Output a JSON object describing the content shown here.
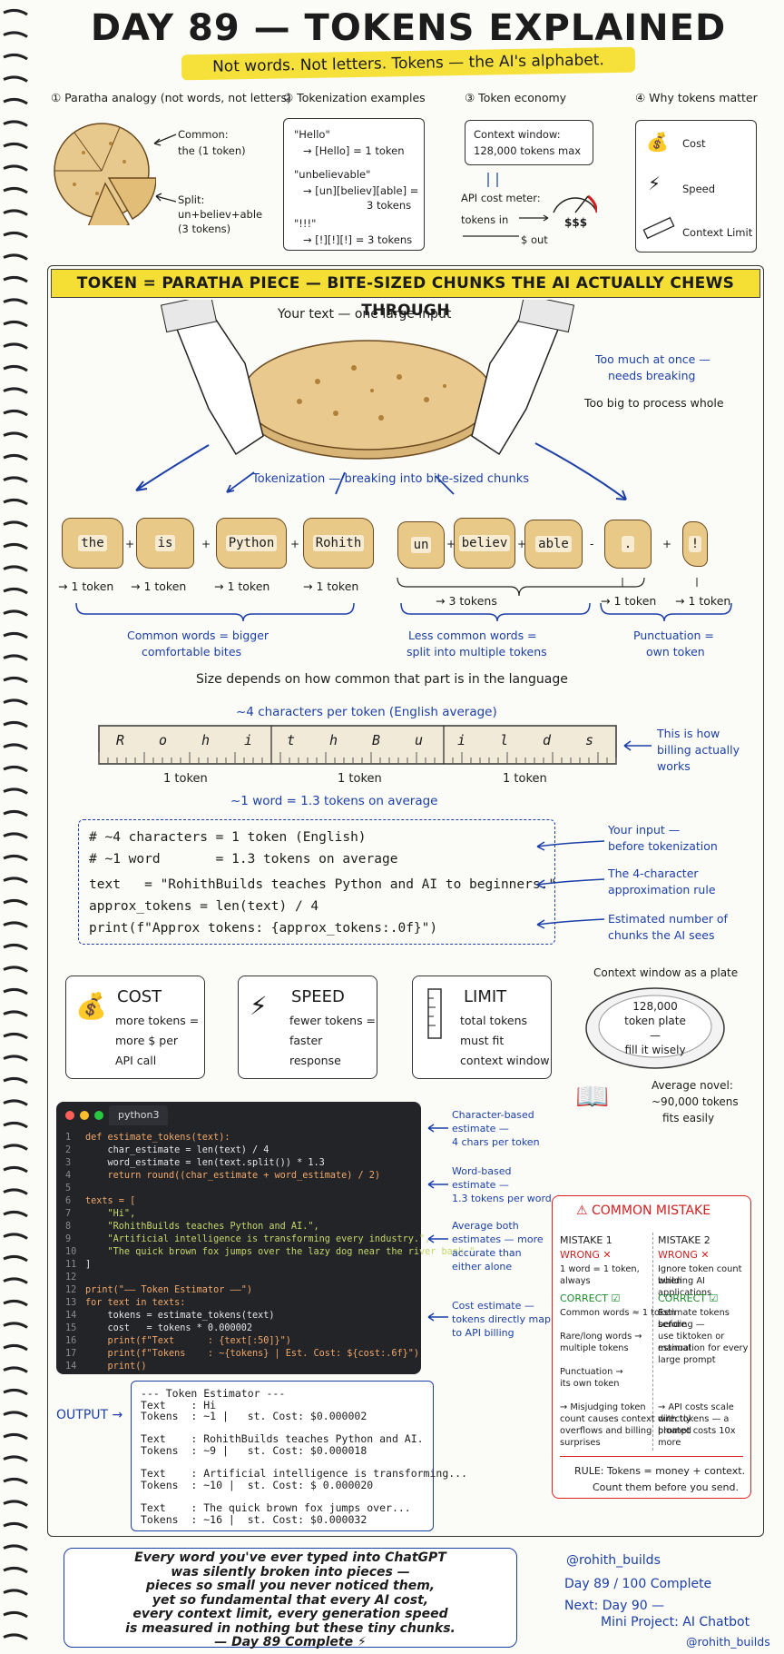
{
  "header": {
    "title": "DAY 89 — TOKENS EXPLAINED",
    "subtitle": "Not words. Not letters. Tokens — the AI's alphabet."
  },
  "top": {
    "sec1": {
      "title": "① Paratha analogy (not words, not letters)",
      "common": "Common:",
      "common_val": "the (1 token)",
      "split": "Split:",
      "split_val": "un+believ+able",
      "split_count": "(3 tokens)"
    },
    "sec2": {
      "title": "② Tokenization examples",
      "l1": "\"Hello\"",
      "l2": "→ [Hello] = 1 token",
      "l3": "\"unbelievable\"",
      "l4": "→ [un][believ][able] =",
      "l5": "3 tokens",
      "l6": "\"!!!\"",
      "l7": "→ [!][!][!] = 3 tokens"
    },
    "sec3": {
      "title": "③ Token economy",
      "cw": "Context window:",
      "cw_val": "128,000 tokens max",
      "meter": "API cost meter:",
      "tin": "tokens in",
      "tout": "$ out",
      "dollars": "$$$"
    },
    "sec4": {
      "title": "④ Why tokens matter",
      "cost": "Cost",
      "speed": "Speed",
      "limit": "Context Limit"
    }
  },
  "banner": "TOKEN = PARATHA PIECE — BITE-SIZED CHUNKS THE AI ACTUALLY CHEWS THROUGH",
  "paratha": {
    "your_text": "Your text — one large input",
    "too_much": "Too much at once —",
    "needs": "needs breaking",
    "too_big": "Too big to process whole",
    "tokenization": "Tokenization — breaking into bite-sized chunks"
  },
  "pieces": [
    "the",
    "is",
    "Python",
    "Rohith",
    "un",
    "believ",
    "able",
    ".",
    "!"
  ],
  "piece_tokens": {
    "one": "→ 1 token",
    "three": "→ 3 tokens"
  },
  "groups": {
    "g1a": "Common words = bigger",
    "g1b": "comfortable bites",
    "g2a": "Less common words =",
    "g2b": "split into multiple tokens",
    "g3a": "Punctuation =",
    "g3b": "own token"
  },
  "size_note": "Size depends on how common that part is in the language",
  "ruler": {
    "top": "~4 characters per token (English average)",
    "letters": [
      "R",
      "o",
      "h",
      "i",
      "t",
      "h",
      "B",
      "u",
      "i",
      "l",
      "d",
      "s"
    ],
    "tok": "1 token",
    "bottom": "~1 word = 1.3 tokens on average",
    "billing1": "This is how",
    "billing2": "billing actually",
    "billing3": "works"
  },
  "code": {
    "l1": "# ~4 characters = 1 token (English)",
    "l2": "# ~1 word       = 1.3 tokens on average",
    "l3": "text   = \"RohithBuilds teaches Python and AI to beginners.\"",
    "l4": "approx_tokens = len(text) / 4",
    "l5": "print(f\"Approx tokens: {approx_tokens:.0f}\")",
    "a1": "Your input —",
    "a1b": "before tokenization",
    "a2": "The 4-character",
    "a2b": "approximation rule",
    "a3": "Estimated number of",
    "a3b": "chunks the AI sees"
  },
  "cards": {
    "cost": {
      "title": "COST",
      "l1": "more tokens =",
      "l2": "more $ per",
      "l3": "API call"
    },
    "speed": {
      "title": "SPEED",
      "l1": "fewer tokens =",
      "l2": "faster",
      "l3": "response"
    },
    "limit": {
      "title": "LIMIT",
      "l1": "total tokens",
      "l2": "must fit",
      "l3": "context window"
    }
  },
  "plate": {
    "head": "Context window as a plate",
    "l1": "128,000",
    "l2": "token plate —",
    "l3": "fill it wisely",
    "novel1": "Average novel:",
    "novel2": "~90,000 tokens",
    "novel3": "fits easily"
  },
  "editor": {
    "tab": "python3",
    "lines": [
      [
        "1",
        "def estimate_tokens(text):"
      ],
      [
        "2",
        "    char_estimate = len(text) / 4"
      ],
      [
        "3",
        "    word_estimate = len(text.split()) * 1.3"
      ],
      [
        "4",
        "    return round((char_estimate + word_estimate) / 2)"
      ],
      [
        "5",
        ""
      ],
      [
        "6",
        "texts = ["
      ],
      [
        "7",
        "    \"Hi\","
      ],
      [
        "8",
        "    \"RohithBuilds teaches Python and AI.\","
      ],
      [
        "9",
        "    \"Artificial intelligence is transforming every industry.\","
      ],
      [
        "10",
        "    \"The quick brown fox jumps over the lazy dog near the river bank.\""
      ],
      [
        "11",
        "]"
      ],
      [
        "12",
        ""
      ],
      [
        "12",
        "print(\"—— Token Estimator ——\")"
      ],
      [
        "13",
        "for text in texts:"
      ],
      [
        "14",
        "    tokens = estimate_tokens(text)"
      ],
      [
        "15",
        "    cost   = tokens * 0.000002"
      ],
      [
        "16",
        "    print(f\"Text      : {text[:50]}\")"
      ],
      [
        "17",
        "    print(f\"Tokens    : ~{tokens} | Est. Cost: ${cost:.6f}\")"
      ],
      [
        "14",
        "    print()"
      ]
    ],
    "a1": [
      "Character-based",
      "estimate —",
      "4 chars per token"
    ],
    "a2": [
      "Word-based",
      "estimate —",
      "1.3 tokens per word"
    ],
    "a3": [
      "Average both",
      "estimates — more",
      "accurate than",
      "either alone"
    ],
    "a4": [
      "Cost estimate —",
      "tokens directly map",
      "to API billing"
    ]
  },
  "output": {
    "label": "OUTPUT →",
    "lines": [
      "--- Token Estimator ---",
      "Text    : Hi",
      "Tokens  : ~1 |   st. Cost: $0.000002",
      "",
      "Text    : RohithBuilds teaches Python and AI.",
      "Tokens  : ~9 |   st. Cost: $0.000018",
      "",
      "Text    : Artificial intelligence is transforming...",
      "Tokens  : ~10 |  st. Cost: $ 0.000020",
      "",
      "Text    : The quick brown fox jumps over...",
      "Tokens  : ~16 |  st. Cost: $0.000032"
    ]
  },
  "mistake": {
    "title": "⚠ COMMON MISTAKE",
    "m1": "MISTAKE 1",
    "m2": "MISTAKE 2",
    "wrong": "WRONG ✕",
    "correct": "CORRECT ☑",
    "w1": [
      "1 word = 1 token,",
      "always"
    ],
    "w2": [
      "Ignore token count when",
      "building AI applications"
    ],
    "c1": [
      "Common words ≈ 1 token",
      "",
      "Rare/long words →",
      "multiple tokens",
      "",
      "Punctuation →",
      "its own token"
    ],
    "c2": [
      "Estimate tokens before",
      "sending —",
      "use tiktoken or manual",
      "estimation for every",
      "large prompt"
    ],
    "r1": [
      "→ Misjudging token",
      "count causes context",
      "overflows and billing",
      "surprises"
    ],
    "r2": [
      "→ API costs scale directly",
      "with tokens — a bloated",
      "prompt costs 10x more"
    ],
    "rule1": "RULE: Tokens = money + context.",
    "rule2": "Count them before you send."
  },
  "quote": {
    "lines": [
      "Every word you've ever typed into ChatGPT",
      "was silently broken into pieces —",
      "pieces so small you never noticed them,",
      "yet so fundamental that every AI cost,",
      "every context limit, every generation speed",
      "is measured in nothing but these tiny chunks.",
      "— Day 89 Complete ⚡"
    ]
  },
  "footer": {
    "handle": "@rohith_builds",
    "progress": "Day 89 / 100 Complete",
    "next": "Next: Day 90 —",
    "next2": "Mini Project: AI Chatbot",
    "handle2": "@rohith_builds"
  },
  "colors": {
    "accent": "#f6e03a",
    "blue": "#1b3fa6",
    "red": "#d01f1f",
    "green": "#1b8a2a"
  }
}
